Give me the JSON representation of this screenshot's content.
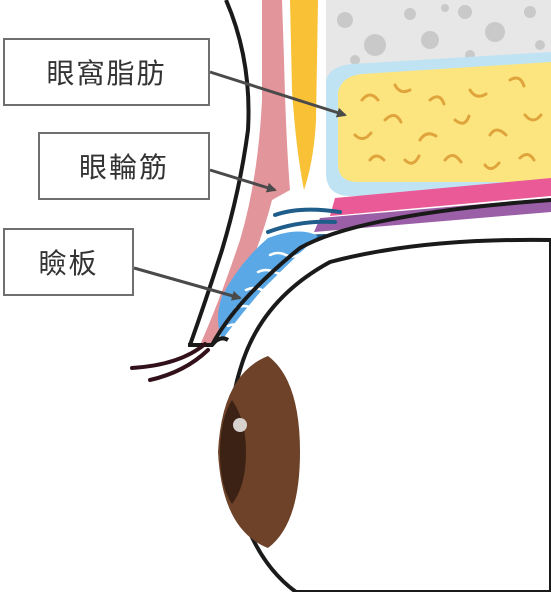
{
  "labels": {
    "orbital_fat": "眼窩脂肪",
    "orbicularis": "眼輪筋",
    "tarsal_plate": "瞼板"
  },
  "colors": {
    "outline": "#1a1a1a",
    "skin_layer": "#e2959a",
    "yellow_band": "#f9c135",
    "bone": "#e7e7e7",
    "bone_spots": "#c9c9c9",
    "fat": "#fce57f",
    "fat_marks": "#e0a43c",
    "membrane": "#bfe3f3",
    "pink_band": "#ea5a97",
    "purple_band": "#9b5fa7",
    "dark_blue_fibers": "#1f5d8b",
    "tarsal": "#5aa8e6",
    "iris": "#6e4228",
    "pupil": "#3b2214",
    "lashes": "#33111a",
    "arrow": "#4a4a4a",
    "label_border": "#6f6f6f"
  }
}
